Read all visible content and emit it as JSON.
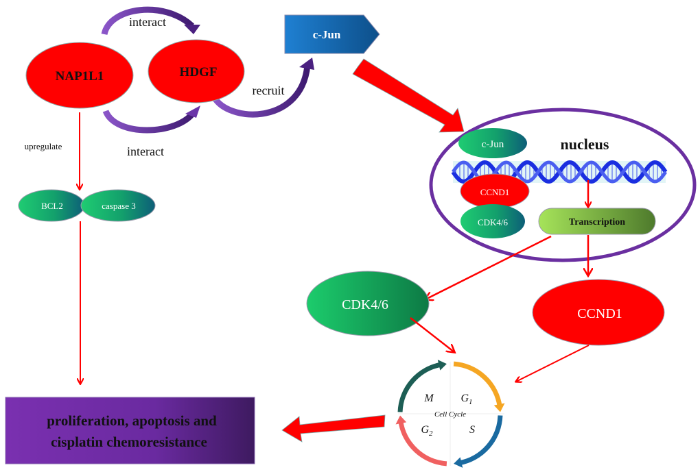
{
  "nodes": {
    "nap1l1": {
      "label": "NAP1L1",
      "color": "#ff0000"
    },
    "hdgf": {
      "label": "HDGF",
      "color": "#ff0000"
    },
    "cjun_box": {
      "label": "c-Jun",
      "color": "#1976c8"
    },
    "bcl2": {
      "label": "BCL2"
    },
    "caspase3": {
      "label": "caspase 3"
    },
    "nucleus": {
      "label": "nucleus",
      "border_color": "#6a2fa0"
    },
    "nucleus_cjun": {
      "label": "c-Jun"
    },
    "nucleus_ccnd1": {
      "label": "CCND1"
    },
    "nucleus_cdk46": {
      "label": "CDK4/6"
    },
    "transcription": {
      "label": "Transcription"
    },
    "cdk46": {
      "label": "CDK4/6"
    },
    "ccnd1": {
      "label": "CCND1"
    },
    "outcome": {
      "line1": "proliferation, apoptosis and",
      "line2": "cisplatin chemoresistance"
    }
  },
  "edges": {
    "interact_top": "interact",
    "interact_bottom": "interact",
    "recruit": "recruit",
    "upregulate": "upregulate"
  },
  "cell_cycle": {
    "title": "Cell Cycle",
    "phases": {
      "M": "M",
      "G1": "G",
      "G1_sub": "1",
      "S": "S",
      "G2": "G",
      "G2_sub": "2"
    },
    "colors": {
      "M": "#1d5e55",
      "G1": "#f5a623",
      "S": "#1a6aa0",
      "G2": "#f06060"
    }
  },
  "colors": {
    "arrow_red": "#ff0000",
    "purple_arrow": "#5a2c8c",
    "green_dark": "#0e6e74",
    "green_light": "#1ec86e"
  }
}
